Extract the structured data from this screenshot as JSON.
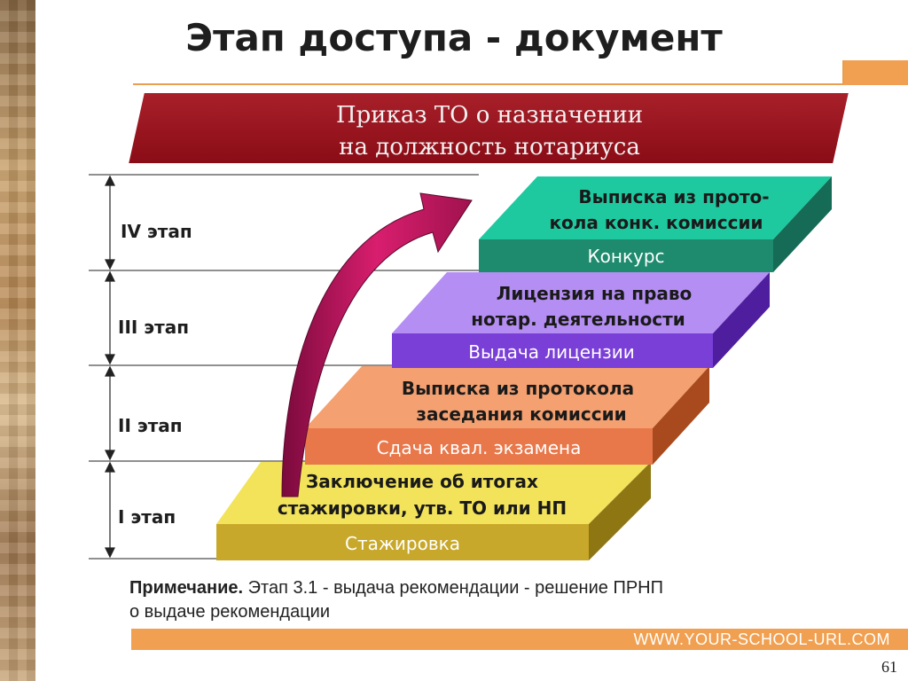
{
  "slide": {
    "title": "Этап доступа - документ",
    "document": [
      "Приказ ТО о назначении",
      "на должность нотариуса"
    ],
    "stages": [
      {
        "stage_label": "IV этап",
        "top_text": [
          "Выписка из прото-",
          "кола конк. комиссии"
        ],
        "front_text": "Конкурс",
        "colors": {
          "top": "#1ec9a0",
          "front": "#1e8a6e",
          "side": "#156b55"
        }
      },
      {
        "stage_label": "III этап",
        "top_text": [
          "Лицензия на право",
          "нотар. деятельности"
        ],
        "front_text": "Выдача лицензии",
        "colors": {
          "top": "#b48ef2",
          "front": "#7a3fd6",
          "side": "#4e1e9e"
        }
      },
      {
        "stage_label": "II этап",
        "top_text": [
          "Выписка из протокола",
          "заседания комиссии"
        ],
        "front_text": "Сдача квал. экзамена",
        "colors": {
          "top": "#f4a070",
          "front": "#e8774a",
          "side": "#a84a1e"
        }
      },
      {
        "stage_label": "I этап",
        "top_text": [
          "Заключение об итогах",
          "стажировки, утв. ТО или НП"
        ],
        "front_text": "Стажировка",
        "colors": {
          "top": "#f2e35a",
          "front": "#c8a82a",
          "side": "#8e7612"
        }
      }
    ],
    "note": {
      "label": "Примечание.",
      "text_line1": " Этап 3.1 - выдача рекомендации - решение ПРНП",
      "text_line2": "о выдаче рекомендации"
    },
    "footer_url": "WWW.YOUR-SCHOOL-URL.COM",
    "page_number": "61"
  }
}
